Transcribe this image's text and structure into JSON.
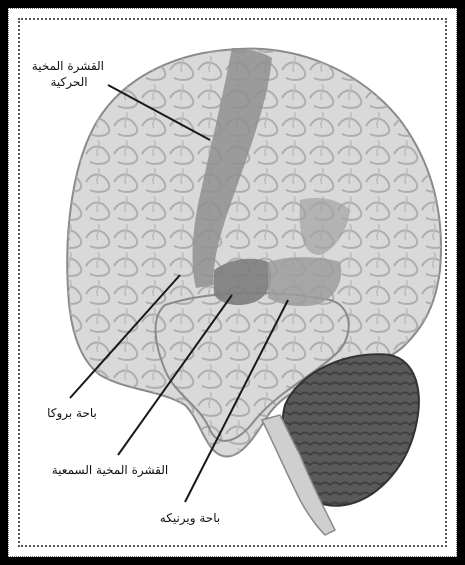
{
  "labels": {
    "motor_cortex_line1": "القشرة المخية",
    "motor_cortex_line2": "الحركية",
    "broca_area": "باحة بروكا",
    "auditory_cortex": "القشرة المخية السمعية",
    "wernicke_area": "باحة ويرنيكه"
  },
  "colors": {
    "frame": "#000000",
    "brain_fill": "#d9d9d9",
    "highlight_fill": "#8f8f8f",
    "cerebellum_fill": "#5a5a5a",
    "line": "#1a1a1a"
  }
}
